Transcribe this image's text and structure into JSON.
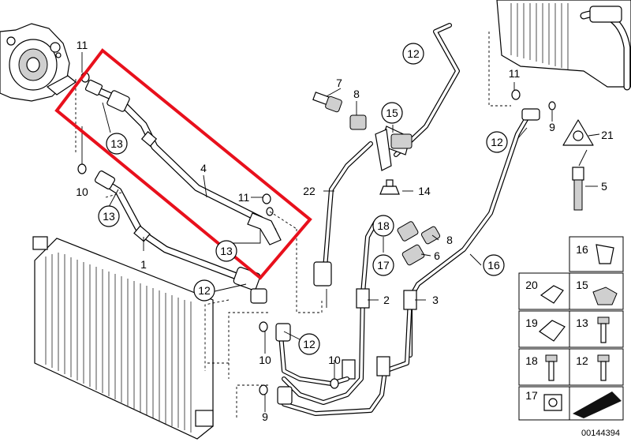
{
  "diagram_id": "00144394",
  "callouts": {
    "c1": "1",
    "c2": "2",
    "c3": "3",
    "c4": "4",
    "c5": "5",
    "c6": "6",
    "c7": "7",
    "c8a": "8",
    "c8b": "8",
    "c9a": "9",
    "c9b": "9",
    "c10a": "10",
    "c10b": "10",
    "c11a": "11",
    "c11b": "11",
    "c11c": "11",
    "c12a": "12",
    "c12b": "12",
    "c12c": "12",
    "c12d": "12",
    "c13a": "13",
    "c13b": "13",
    "c13c": "13",
    "c14": "14",
    "c15": "15",
    "c16": "16",
    "c17": "17",
    "c18": "18",
    "c21": "21",
    "c22": "22"
  },
  "legend": {
    "l16": "16",
    "l20": "20",
    "l15": "15",
    "l19": "19",
    "l13": "13",
    "l18": "18",
    "l12": "12",
    "l17": "17"
  },
  "colors": {
    "highlight": "#e8101c",
    "line": "#000000",
    "fill": "#ffffff"
  }
}
